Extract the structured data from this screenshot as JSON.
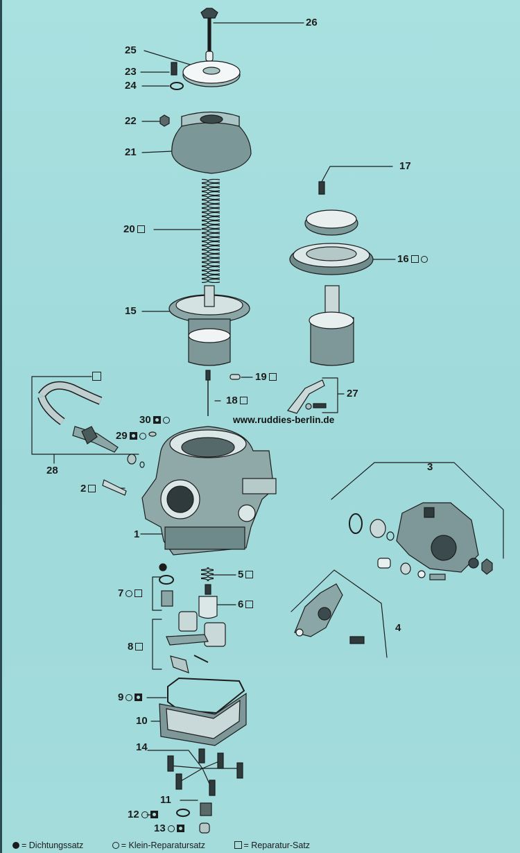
{
  "part_labels": [
    {
      "num": "1",
      "kits": []
    },
    {
      "num": "2",
      "kits": [
        "repair"
      ]
    },
    {
      "num": "3",
      "kits": []
    },
    {
      "num": "4",
      "kits": []
    },
    {
      "num": "5",
      "kits": [
        "repair"
      ]
    },
    {
      "num": "6",
      "kits": [
        "repair"
      ]
    },
    {
      "num": "7",
      "kits": [
        "small",
        "repair"
      ]
    },
    {
      "num": "8",
      "kits": [
        "repair"
      ]
    },
    {
      "num": "9",
      "kits": [
        "small",
        "seal"
      ]
    },
    {
      "num": "10",
      "kits": []
    },
    {
      "num": "11",
      "kits": []
    },
    {
      "num": "12",
      "kits": [
        "small",
        "seal"
      ]
    },
    {
      "num": "13",
      "kits": [
        "small",
        "seal"
      ]
    },
    {
      "num": "14",
      "kits": []
    },
    {
      "num": "15",
      "kits": []
    },
    {
      "num": "16",
      "kits": [
        "repair",
        "small"
      ]
    },
    {
      "num": "17",
      "kits": []
    },
    {
      "num": "18",
      "kits": [
        "repair"
      ]
    },
    {
      "num": "19",
      "kits": [
        "repair"
      ]
    },
    {
      "num": "20",
      "kits": [
        "repair"
      ]
    },
    {
      "num": "21",
      "kits": []
    },
    {
      "num": "22",
      "kits": []
    },
    {
      "num": "23",
      "kits": []
    },
    {
      "num": "24",
      "kits": []
    },
    {
      "num": "25",
      "kits": []
    },
    {
      "num": "26",
      "kits": []
    },
    {
      "num": "27",
      "kits": []
    },
    {
      "num": "28",
      "kits": []
    },
    {
      "num": "29",
      "kits": [
        "seal",
        "small"
      ]
    },
    {
      "num": "30",
      "kits": [
        "seal",
        "small"
      ]
    }
  ],
  "website": "www.ruddies-berlin.de",
  "legend": {
    "seal": "= Dichtungssatz",
    "small": "= Klein-Reparatursatz",
    "repair": "= Reparatur-Satz"
  },
  "colors": {
    "background": "#a6dddd",
    "ink": "#1c1c1c"
  }
}
